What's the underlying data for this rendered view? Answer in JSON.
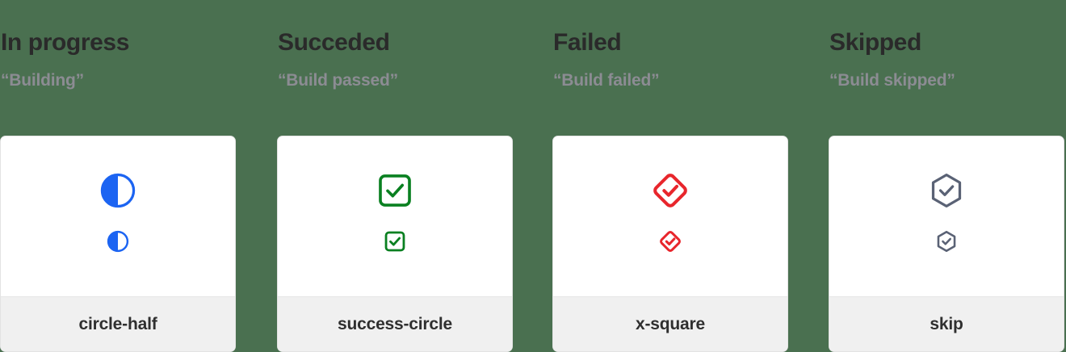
{
  "background_color": "#4a7050",
  "columns": [
    {
      "heading": "In progress",
      "subheading": "“Building”",
      "icon_name": "circle-half-icon",
      "icon_label": "circle-half",
      "icon_color": "#1c64f2"
    },
    {
      "heading": "Succeded",
      "subheading": "“Build passed”",
      "icon_name": "success-circle-icon",
      "icon_label": "success-circle",
      "icon_color": "#0a8021"
    },
    {
      "heading": "Failed",
      "subheading": "“Build failed”",
      "icon_name": "x-square-icon",
      "icon_label": "x-square",
      "icon_color": "#e8262c"
    },
    {
      "heading": "Skipped",
      "subheading": "“Build skipped”",
      "icon_name": "skip-icon",
      "icon_label": "skip",
      "icon_color": "#5a6275"
    }
  ],
  "card": {
    "surface_color": "#ffffff",
    "footer_color": "#f0f0f0",
    "border_color": "#e3e3e3"
  }
}
